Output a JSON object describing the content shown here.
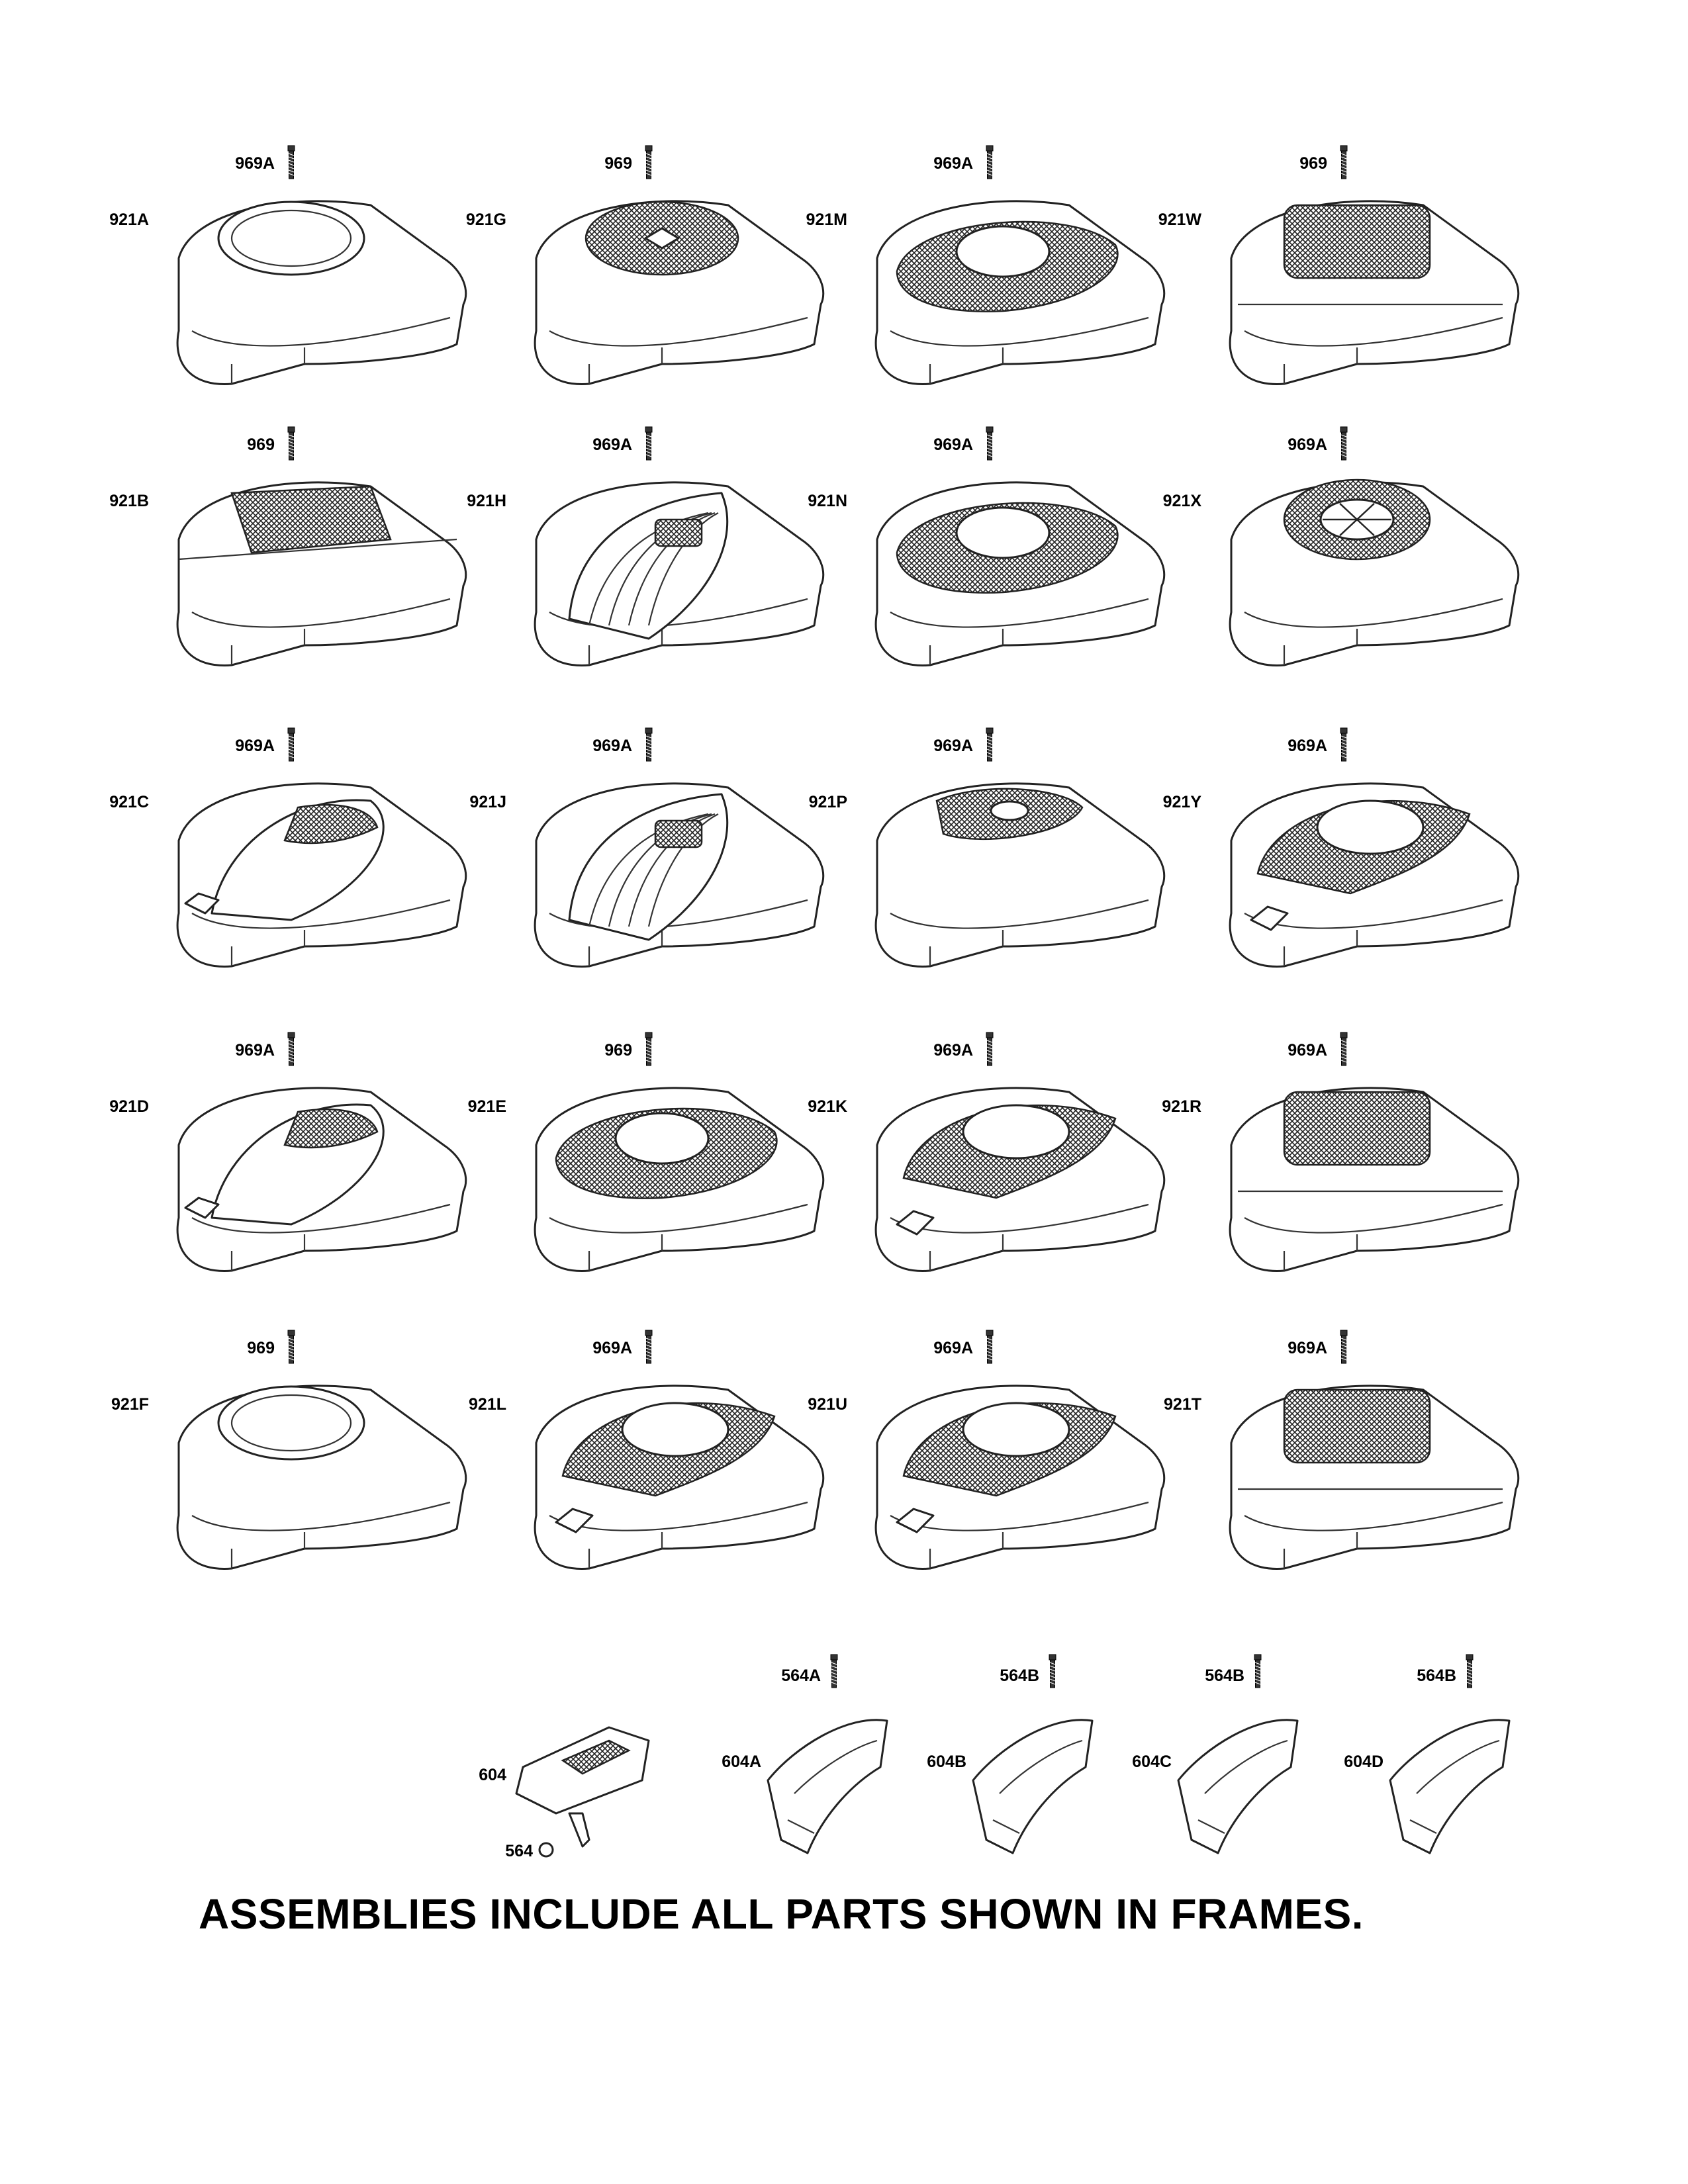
{
  "footer": "ASSEMBLIES INCLUDE ALL PARTS SHOWN IN FRAMES.",
  "covers": [
    {
      "part": "921A",
      "screw": "969A",
      "style": "ring"
    },
    {
      "part": "921G",
      "screw": "969",
      "style": "grille"
    },
    {
      "part": "921M",
      "screw": "969A",
      "style": "mesh"
    },
    {
      "part": "921W",
      "screw": "969",
      "style": "box"
    },
    {
      "part": "921B",
      "screw": "969",
      "style": "flat"
    },
    {
      "part": "921H",
      "screw": "969A",
      "style": "ribbed"
    },
    {
      "part": "921N",
      "screw": "969A",
      "style": "mesh"
    },
    {
      "part": "921X",
      "screw": "969A",
      "style": "fan"
    },
    {
      "part": "921C",
      "screw": "969A",
      "style": "dome"
    },
    {
      "part": "921J",
      "screw": "969A",
      "style": "ribbed"
    },
    {
      "part": "921P",
      "screw": "969A",
      "style": "dots"
    },
    {
      "part": "921Y",
      "screw": "969A",
      "style": "sport"
    },
    {
      "part": "921D",
      "screw": "969A",
      "style": "dome"
    },
    {
      "part": "921E",
      "screw": "969",
      "style": "mesh"
    },
    {
      "part": "921K",
      "screw": "969A",
      "style": "sport"
    },
    {
      "part": "921R",
      "screw": "969A",
      "style": "box"
    },
    {
      "part": "921F",
      "screw": "969",
      "style": "ring"
    },
    {
      "part": "921L",
      "screw": "969A",
      "style": "sport"
    },
    {
      "part": "921U",
      "screw": "969A",
      "style": "sport"
    },
    {
      "part": "921T",
      "screw": "969A",
      "style": "box"
    }
  ],
  "shields": [
    {
      "part": "604",
      "screw": "564"
    },
    {
      "part": "604A",
      "screw": "564A"
    },
    {
      "part": "604B",
      "screw": "564B"
    },
    {
      "part": "604C",
      "screw": "564B"
    },
    {
      "part": "604D",
      "screw": "564B"
    }
  ]
}
